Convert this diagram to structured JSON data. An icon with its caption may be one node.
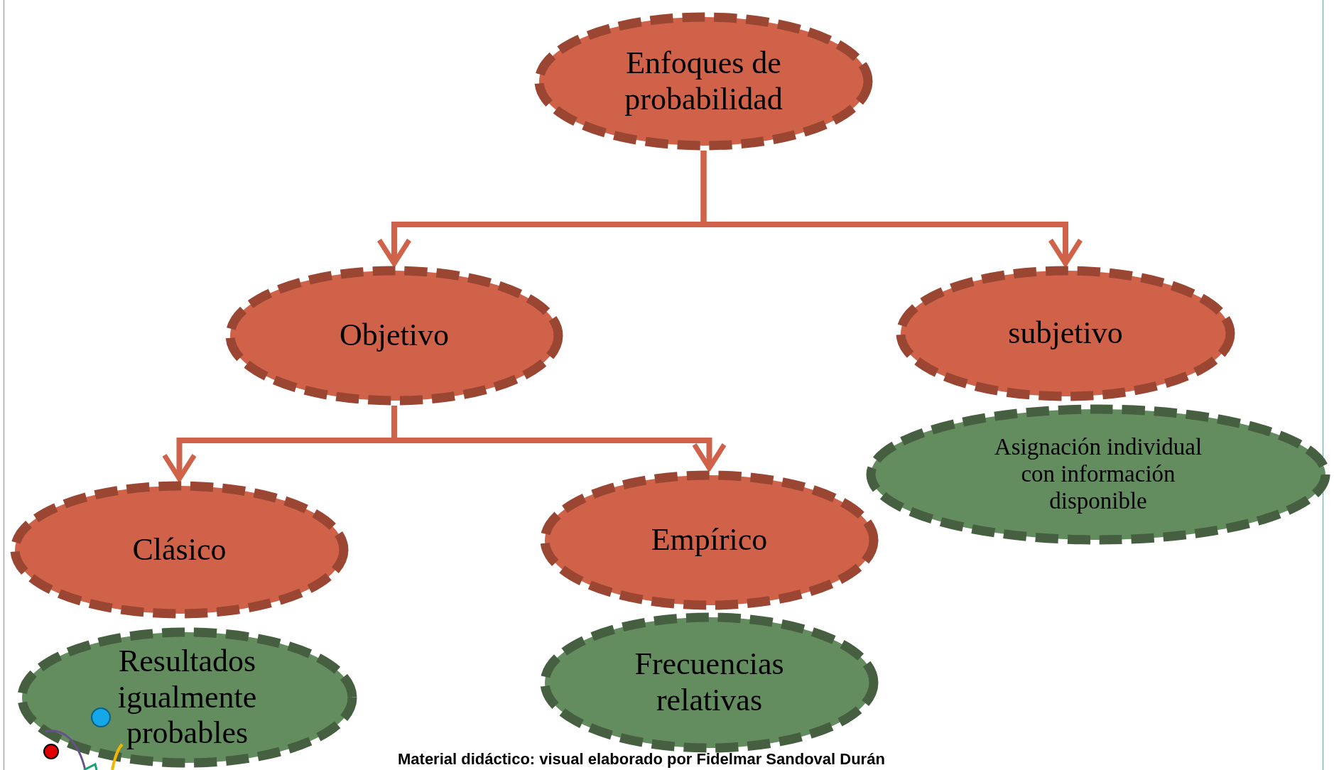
{
  "diagram": {
    "nodes": [
      {
        "text": [
          "Enfoques de probabilidad"
        ]
      },
      {
        "text": [
          "Objetivo"
        ]
      },
      {
        "text": [
          "subjetivo"
        ]
      },
      {
        "text": [
          "Asignación individual con información disponible"
        ]
      },
      {
        "text": [
          "Clásico"
        ]
      },
      {
        "text": [
          "Empírico"
        ]
      },
      {
        "text": [
          "Resultados igualmente probables"
        ]
      },
      {
        "text": [
          "Frecuencias relativas"
        ]
      }
    ],
    "edges": [
      {
        "from": 0,
        "to": 1,
        "arrow": "to"
      },
      {
        "from": 0,
        "to": 2,
        "arrow": "to"
      },
      {
        "from": 1,
        "to": 4,
        "arrow": "to"
      },
      {
        "from": 1,
        "to": 5,
        "arrow": "to"
      }
    ],
    "labels": [
      "Material didáctico: visual elaborado por Fidelmar Sandoval Durán"
    ]
  }
}
